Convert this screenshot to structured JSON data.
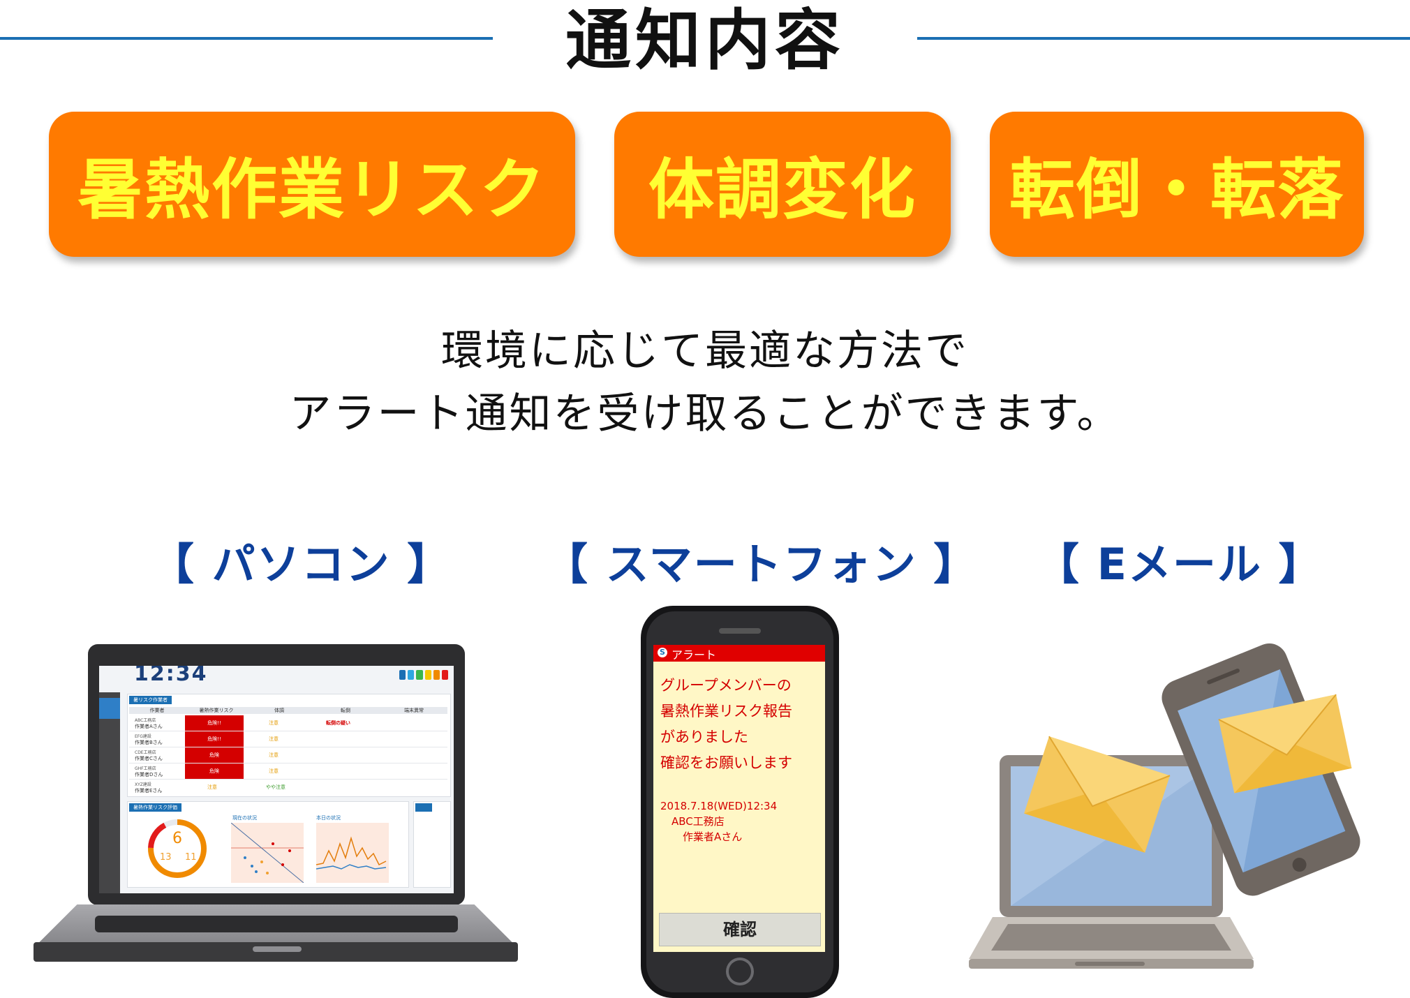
{
  "header": {
    "title": "通知内容",
    "line_color": "#1b6fb3"
  },
  "badges": [
    {
      "label": "暑熱作業リスク"
    },
    {
      "label": "体調変化"
    },
    {
      "label": "転倒・転落"
    }
  ],
  "badge_colors": {
    "background": "#ff7a00",
    "text": "#ffff33"
  },
  "description": {
    "line1": "環境に応じて最適な方法で",
    "line2": "アラート通知を受け取ることができます。"
  },
  "devices": [
    {
      "label": "【 パソコン 】"
    },
    {
      "label": "【 スマートフォン 】"
    },
    {
      "label": "【 Eメール 】"
    }
  ],
  "laptop_screen": {
    "clock": "12:34",
    "section_title": "暑リスク作業者",
    "columns": [
      "作業者",
      "暑熱作業リスク",
      "体調",
      "転倒",
      "端末異常"
    ],
    "rows": [
      {
        "company": "ABC工務店",
        "worker": "作業者Aさん",
        "risk": "危険!!",
        "health": "注意",
        "fall": "転倒の疑い"
      },
      {
        "company": "EFG建設",
        "worker": "作業者Bさん",
        "risk": "危険!!",
        "health": "注意",
        "fall": ""
      },
      {
        "company": "CDE工務店",
        "worker": "作業者Cさん",
        "risk": "危険",
        "health": "注意",
        "fall": ""
      },
      {
        "company": "GHF工務店",
        "worker": "作業者Dさん",
        "risk": "危険",
        "health": "注意",
        "fall": ""
      },
      {
        "company": "XYZ建設",
        "worker": "作業者Eさん",
        "risk": "注意",
        "health": "やや注意",
        "fall": ""
      }
    ],
    "eval_title": "暑熱作業リスク評価",
    "gauge_main": "6",
    "gauge_left": "13",
    "gauge_right": "11",
    "chart1_title": "現在の状況",
    "chart2_title": "本日の状況"
  },
  "phone": {
    "logo": "S",
    "bar_title": "アラート",
    "message": [
      "グループメンバーの",
      "暑熱作業リスク報告",
      "がありました",
      "確認をお願いします"
    ],
    "datetime": "2018.7.18(WED)12:34",
    "company": "ABC工務店",
    "worker": "作業者Aさん",
    "confirm_button": "確認"
  }
}
